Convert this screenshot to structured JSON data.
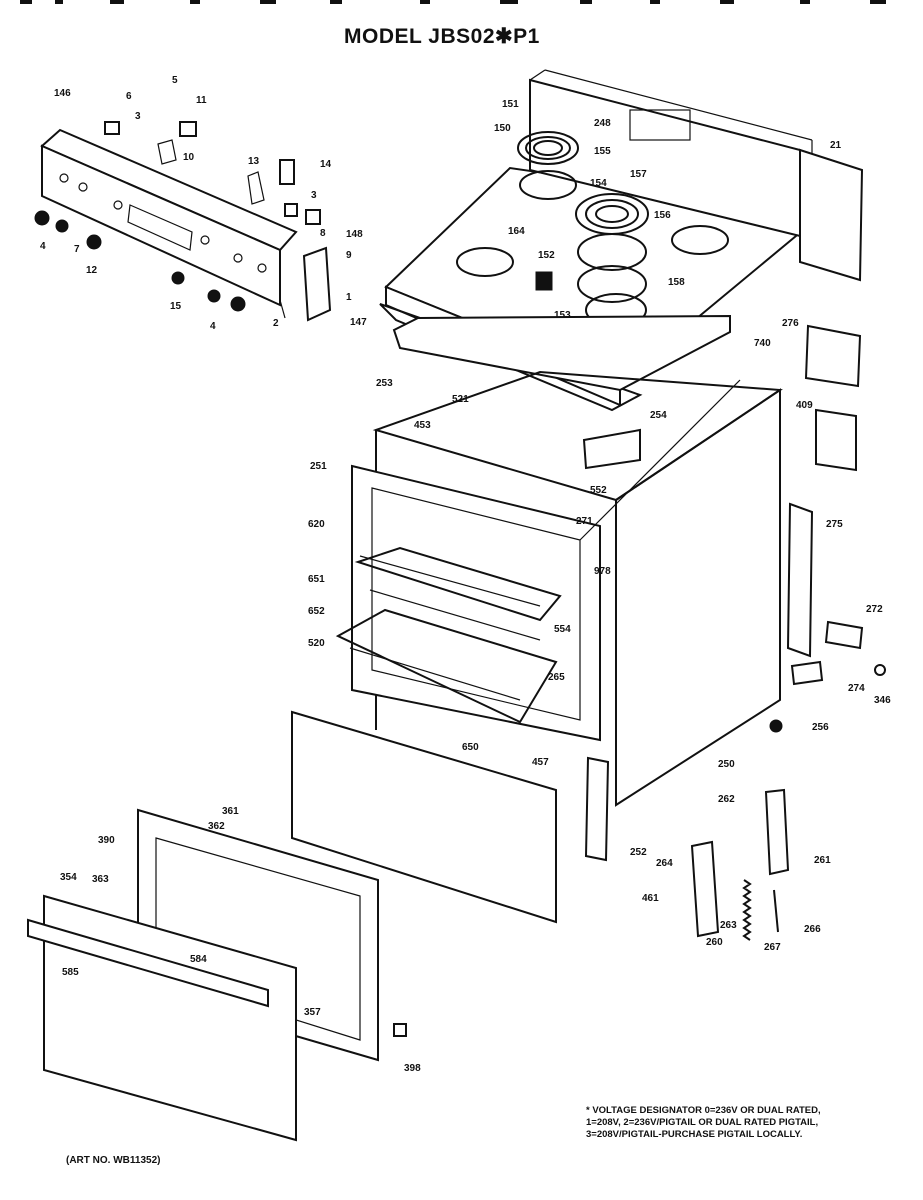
{
  "title": "MODEL JBS02✱P1",
  "footnote": {
    "line1": "* VOLTAGE DESIGNATOR 0=236V OR DUAL RATED,",
    "line2": "1=208V, 2=236V/PIGTAIL OR DUAL RATED PIGTAIL,",
    "line3": "3=208V/PIGTAIL-PURCHASE PIGTAIL LOCALLY."
  },
  "art_no": "(ART NO. WB11352)",
  "callouts": [
    "146",
    "5",
    "6",
    "11",
    "3",
    "10",
    "13",
    "14",
    "3",
    "4",
    "7",
    "12",
    "8",
    "148",
    "9",
    "15",
    "4",
    "2",
    "1",
    "147",
    "151",
    "248",
    "150",
    "155",
    "157",
    "154",
    "156",
    "164",
    "152",
    "153",
    "158",
    "21",
    "276",
    "740",
    "253",
    "521",
    "453",
    "254",
    "409",
    "251",
    "552",
    "271",
    "275",
    "620",
    "978",
    "651",
    "652",
    "554",
    "520",
    "265",
    "272",
    "274",
    "346",
    "650",
    "256",
    "457",
    "250",
    "262",
    "361",
    "362",
    "390",
    "252",
    "261",
    "264",
    "363",
    "354",
    "461",
    "263",
    "260",
    "267",
    "266",
    "584",
    "585",
    "357",
    "398"
  ]
}
